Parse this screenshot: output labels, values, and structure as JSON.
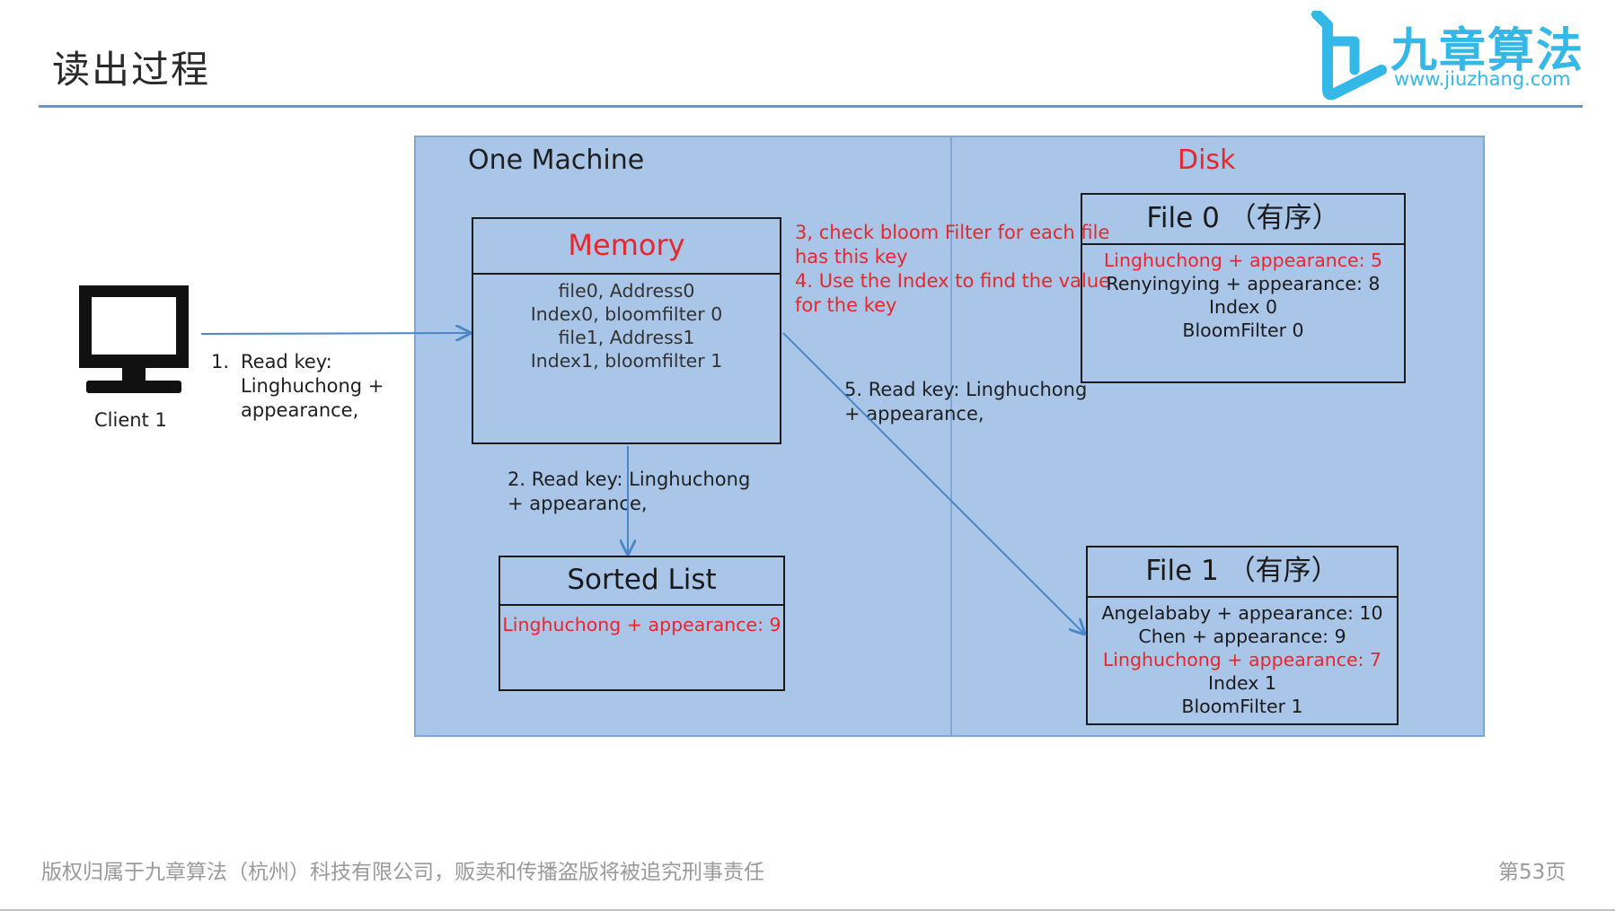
{
  "slide": {
    "title": "读出过程"
  },
  "logo": {
    "name": "九章算法",
    "url": "www.jiuzhang.com"
  },
  "panel": {
    "machine_label": "One Machine",
    "disk_label": "Disk"
  },
  "client": {
    "label": "Client 1",
    "step1": [
      "1.",
      "Read key:",
      "Linghuchong +",
      "appearance,"
    ]
  },
  "memory": {
    "title": "Memory",
    "lines": [
      "file0, Address0",
      "Index0, bloomfilter 0",
      "file1, Address1",
      "Index1, bloomfilter 1"
    ]
  },
  "steps": {
    "step34": [
      "3, check bloom Filter for each file",
      "has this key",
      "4. Use the Index to find the value",
      "for the key"
    ],
    "step5": [
      "5. Read key: Linghuchong",
      "+ appearance,"
    ],
    "step2": [
      "2. Read key: Linghuchong",
      "+ appearance,"
    ]
  },
  "sorted_list": {
    "title": "Sorted List",
    "lines": [
      "Linghuchong + appearance: 9"
    ]
  },
  "file0": {
    "title": "File 0 （有序）",
    "lines": [
      "Linghuchong + appearance: 5",
      "Renyingying + appearance: 8",
      "Index 0",
      "BloomFilter 0"
    ]
  },
  "file1": {
    "title": "File 1 （有序）",
    "lines": [
      "Angelababy + appearance: 10",
      "Chen + appearance: 9",
      "Linghuchong + appearance: 7",
      "Index 1",
      "BloomFilter 1"
    ]
  },
  "footer": {
    "copyright": "版权归属于九章算法（杭州）科技有限公司，贩卖和传播盗版将被追究刑事责任",
    "page": "第53页"
  },
  "colors": {
    "accent": "#5b9bd5",
    "panel": "#a9c6e8",
    "highlight": "#e8262c",
    "logo": "#33b8e8"
  }
}
